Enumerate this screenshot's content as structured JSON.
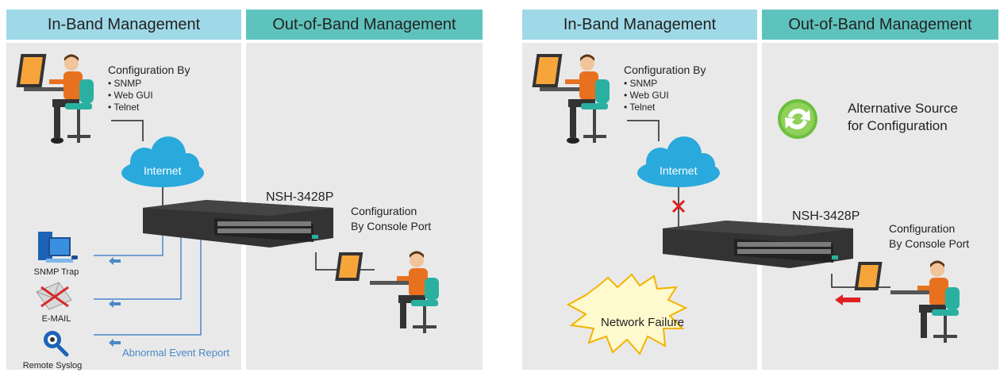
{
  "left": {
    "header_in_band": "In-Band Management",
    "header_out_band": "Out-of-Band Management",
    "config_title": "Configuration By",
    "config_items": [
      "SNMP",
      "Web GUI",
      "Telnet"
    ],
    "cloud_label": "Internet",
    "switch_model": "NSH-3428P",
    "console_config": [
      "Configuration",
      "By Console Port"
    ],
    "report_items": [
      "SNMP Trap",
      "E-MAIL",
      "Remote Syslog"
    ],
    "report_label": "Abnormal Event Report"
  },
  "right": {
    "header_in_band": "In-Band Management",
    "header_out_band": "Out-of-Band Management",
    "config_title": "Configuration By",
    "config_items": [
      "SNMP",
      "Web GUI",
      "Telnet"
    ],
    "cloud_label": "Internet",
    "switch_model": "NSH-3428P",
    "console_config": [
      "Configuration",
      "By Console Port"
    ],
    "alt_source": [
      "Alternative Source",
      "for Configuration"
    ],
    "failure_label": "Network Failure"
  },
  "colors": {
    "in_band_header": "#9fd9e7",
    "out_band_header": "#5fc3bd",
    "zone_bg": "#e9e9e9",
    "line_blue": "#4a88c7",
    "cloud": "#2aa9dc",
    "arrow_red": "#e02020",
    "laptop_screen": "#f7a43a"
  }
}
